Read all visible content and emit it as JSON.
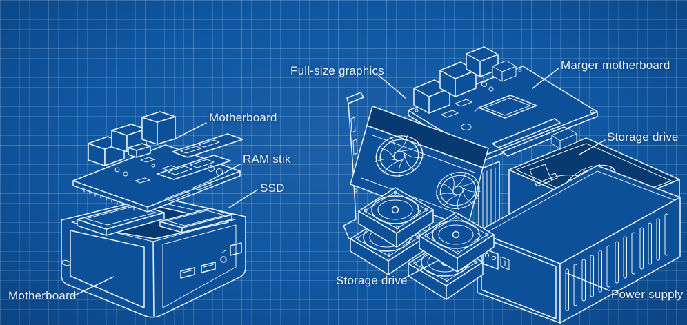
{
  "diagram": {
    "style": "blueprint-exploded-pc",
    "theme": {
      "background": "#0f57a2",
      "grid_line": "#4a84c4",
      "line": "#eaf3fb",
      "panel_dark": "#0d509a",
      "panel_darker": "#083a72",
      "label_text": "#eaf3fb"
    }
  },
  "left_unit": {
    "motherboard_label": "Motherboard",
    "ram_label": "RAM stik",
    "ssd_label": "SSD",
    "bottom_label": "Motherboard"
  },
  "right_unit": {
    "graphics_label": "Full-size graphics",
    "motherboard_label": "Marger motherboard",
    "storage_right_label": "Storage drive",
    "storage_bottom_label": "Storage drive",
    "power_label": "Power supply"
  }
}
